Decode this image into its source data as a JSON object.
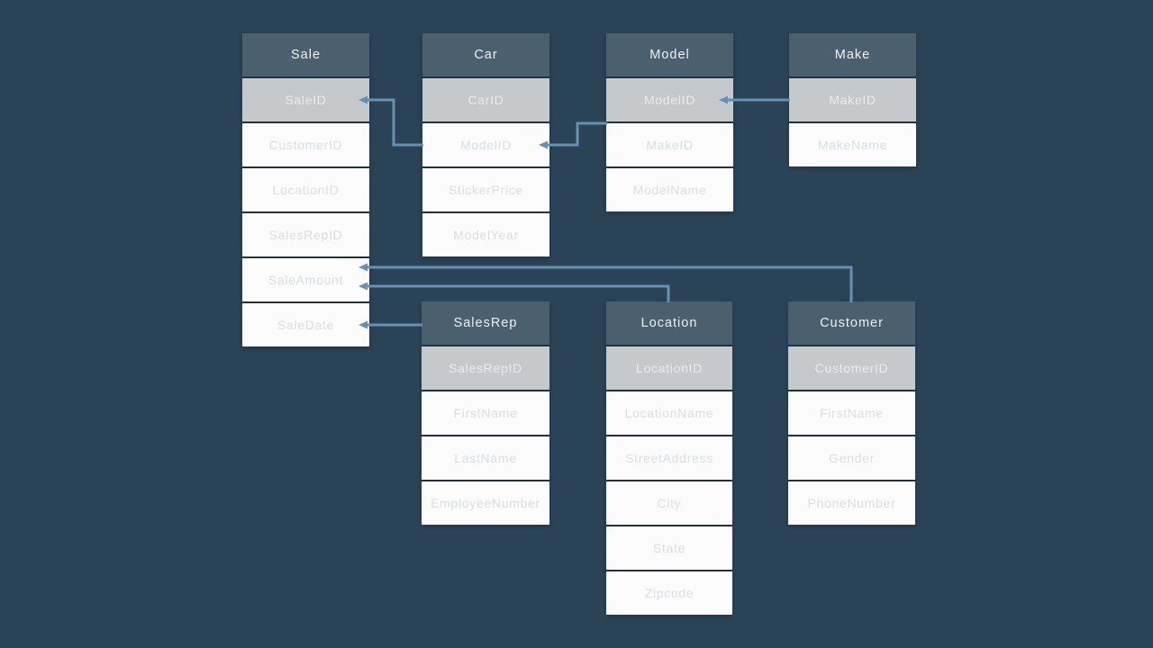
{
  "colors": {
    "background": "#2a4357",
    "table_header_fill": "#4a606f",
    "key_row_fill": "#c5c9cc",
    "field_row_fill": "#fcfcfc",
    "row_separator": "#20313f",
    "connector_line": "#6691b2",
    "header_text": "#eef1f2",
    "key_text": "#e9ebec",
    "field_text": "#d9dde0"
  },
  "diagram": {
    "tables": [
      {
        "title": "Sale",
        "key": "SaleID",
        "fields": [
          "CustomerID",
          "LocationID",
          "SalesRepID",
          "SaleAmount",
          "SaleDate"
        ]
      },
      {
        "title": "Car",
        "key": "CarID",
        "fields": [
          "ModelID",
          "StickerPrice",
          "ModelYear"
        ]
      },
      {
        "title": "Model",
        "key": "ModelID",
        "fields": [
          "MakeID",
          "ModelName"
        ]
      },
      {
        "title": "Make",
        "key": "MakeID",
        "fields": [
          "MakeName"
        ]
      },
      {
        "title": "SalesRep",
        "key": "SalesRepID",
        "fields": [
          "FirstName",
          "LastName",
          "EmployeeNumber"
        ]
      },
      {
        "title": "Location",
        "key": "LocationID",
        "fields": [
          "LocationName",
          "StreetAddress",
          "City",
          "State",
          "Zipcode"
        ]
      },
      {
        "title": "Customer",
        "key": "CustomerID",
        "fields": [
          "FirstName",
          "Gender",
          "PhoneNumber"
        ]
      }
    ],
    "relationships": [
      {
        "from": "Sale.SaleID",
        "to": "Car.ModelID"
      },
      {
        "from": "Car.ModelID",
        "to": "Model"
      },
      {
        "from": "Model.ModelID",
        "to": "Make.MakeID"
      },
      {
        "from": "Sale",
        "to": "Customer"
      },
      {
        "from": "Sale",
        "to": "Location"
      },
      {
        "from": "Sale.SaleDate",
        "to": "SalesRep"
      }
    ]
  }
}
